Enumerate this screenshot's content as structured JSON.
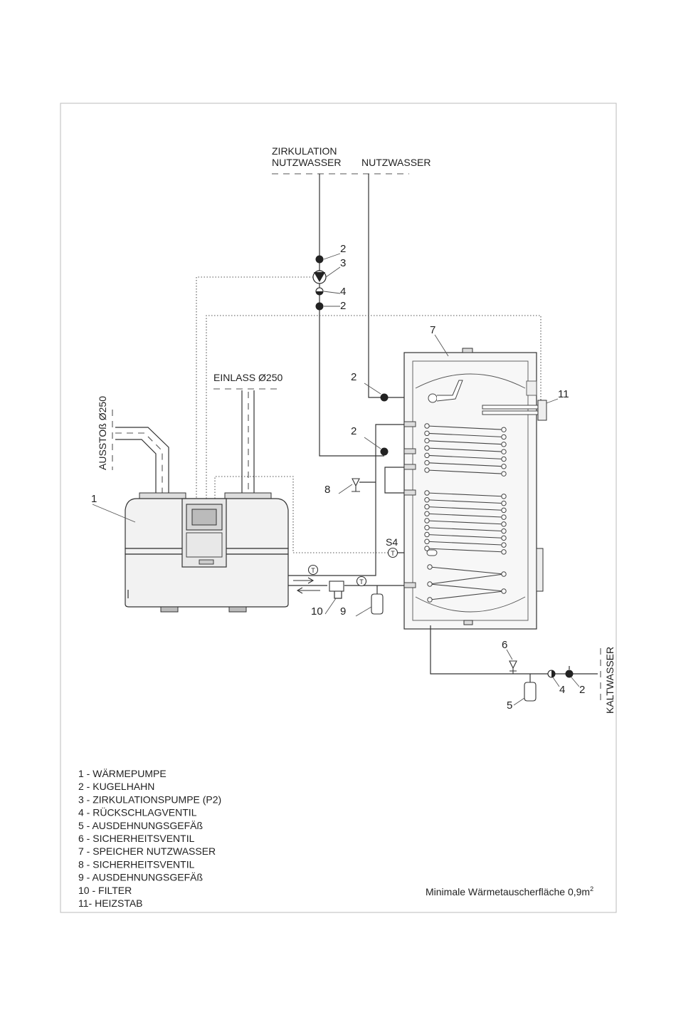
{
  "labels": {
    "zirkulation_line1": "ZIRKULATION",
    "zirkulation_line2": "NUTZWASSER",
    "nutzwasser": "NUTZWASSER",
    "einlass": "EINLASS Ø250",
    "ausstoss": "AUSSTOß Ø250",
    "kaltwasser": "KALTWASSER",
    "sensor_s4": "S4",
    "sensor_t": "T",
    "footnote_text": "Minimale Wärmetauscherfläche 0,9m",
    "footnote_sup": "2"
  },
  "component_numbers": {
    "n1": "1",
    "n2_top": "2",
    "n3": "3",
    "n4_top": "4",
    "n2_mid": "2",
    "n7": "7",
    "n2_nutz": "2",
    "n11": "11",
    "n2_zirk": "2",
    "n8": "8",
    "n10": "10",
    "n9": "9",
    "n6": "6",
    "n4_bot": "4",
    "n2_bot": "2",
    "n5": "5"
  },
  "legend": [
    "1 - WÄRMEPUMPE",
    "2 - KUGELHAHN",
    "3 - ZIRKULATIONSPUMPE (P2)",
    "4 - RÜCKSCHLAGVENTIL",
    "5 - AUSDEHNUNGSGEFÄß",
    "6 - SICHERHEITSVENTIL",
    "7 - SPEICHER NUTZWASSER",
    "8 - SICHERHEITSVENTIL",
    "9 - AUSDEHNUNGSGEFÄß",
    "10 - FILTER",
    "11- HEIZSTAB"
  ]
}
